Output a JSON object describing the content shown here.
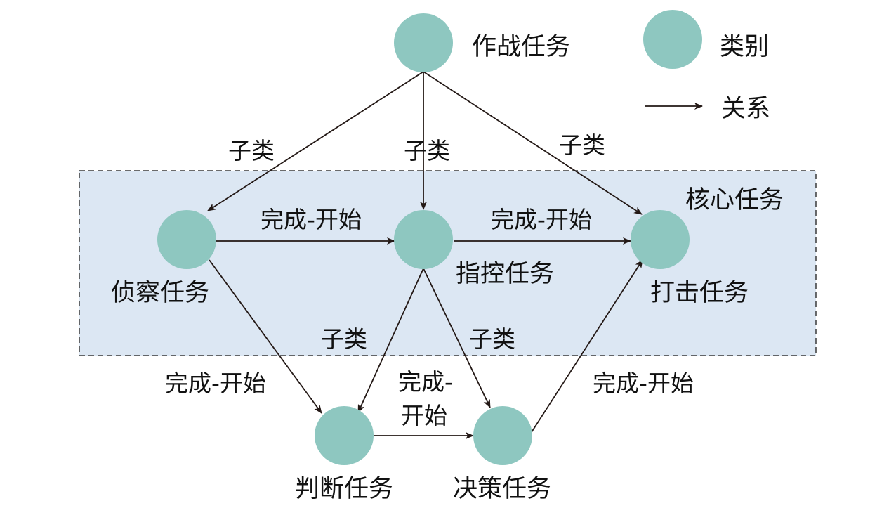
{
  "colors": {
    "node_fill": "#8ec7c0",
    "edge": "#231815",
    "region_fill": "#dce7f3",
    "region_stroke": "#3a3a3a"
  },
  "region": {
    "label": "核心任务"
  },
  "nodes": {
    "combat": {
      "label": "作战任务"
    },
    "recon": {
      "label": "侦察任务"
    },
    "command": {
      "label": "指控任务"
    },
    "strike": {
      "label": "打击任务"
    },
    "judge": {
      "label": "判断任务"
    },
    "decide": {
      "label": "决策任务"
    }
  },
  "edges": {
    "combat_recon": {
      "label": "子类"
    },
    "combat_command": {
      "label": "子类"
    },
    "combat_strike": {
      "label": "子类"
    },
    "recon_command": {
      "label": "完成-开始"
    },
    "command_strike": {
      "label": "完成-开始"
    },
    "recon_judge": {
      "label": "完成-开始"
    },
    "command_judge": {
      "label": "子类"
    },
    "command_decide": {
      "label": "子类"
    },
    "judge_decide": {
      "label_line1": "完成-",
      "label_line2": "开始"
    },
    "decide_strike": {
      "label": "完成-开始"
    }
  },
  "legend": {
    "category_label": "类别",
    "relation_label": "关系"
  }
}
